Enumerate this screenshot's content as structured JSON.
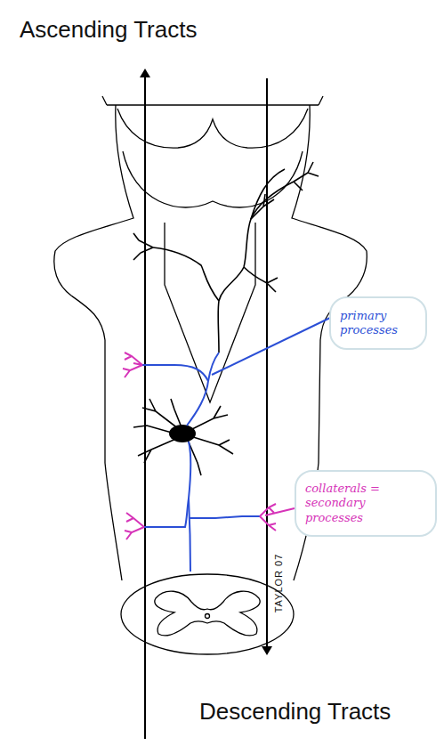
{
  "diagram": {
    "nodes": [
      {
        "text": [
          "primary processes"
        ]
      },
      {
        "text": [
          "collaterals = secondary processes"
        ]
      }
    ],
    "labels": [
      "Ascending Tracts",
      "Descending Tracts",
      "TAYLOR 07"
    ]
  }
}
